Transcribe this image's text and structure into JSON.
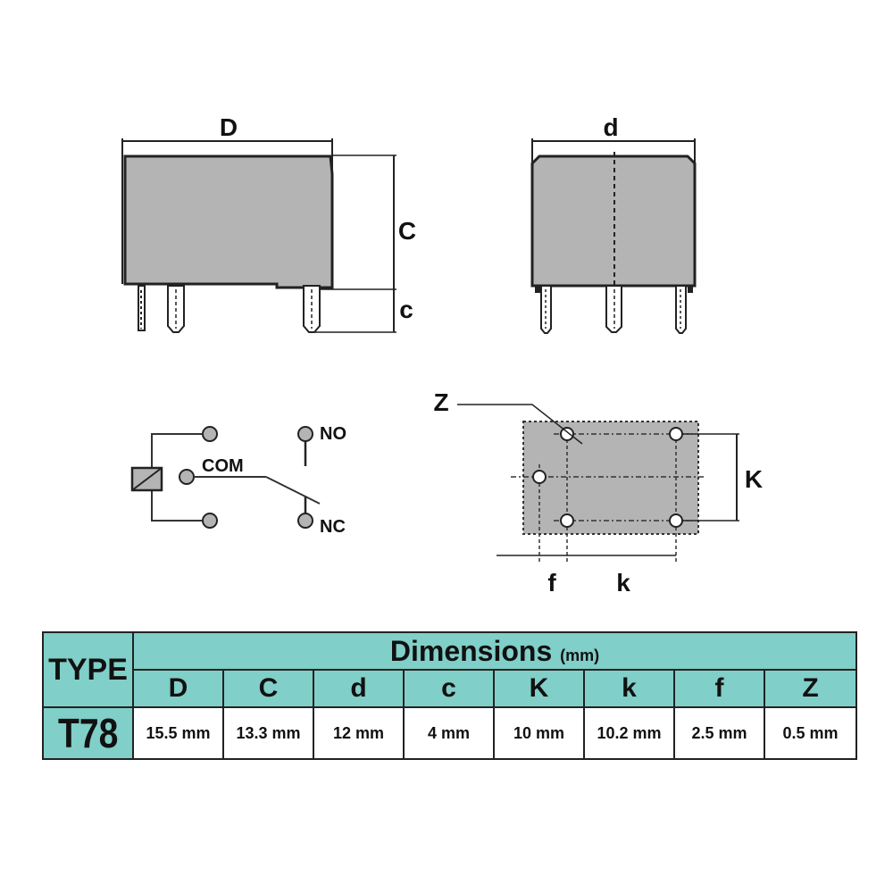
{
  "drawing": {
    "front_view_labels": {
      "width": "D",
      "height": "C",
      "pin": "c"
    },
    "side_view_labels": {
      "width": "d"
    },
    "schematic_labels": {
      "com": "COM",
      "no": "NO",
      "nc": "NC"
    },
    "footprint_labels": {
      "hole": "Z",
      "row_spacing": "K",
      "offset": "f",
      "column_spacing": "k"
    },
    "colors": {
      "body": "#b4b4b4",
      "line": "#222222",
      "table_header": "#80cfc8"
    }
  },
  "table": {
    "type_header": "TYPE",
    "type_value": "T78",
    "title": "Dimensions",
    "unit": "(mm)",
    "columns": [
      "D",
      "C",
      "d",
      "c",
      "K",
      "k",
      "f",
      "Z"
    ],
    "values": [
      "15.5 mm",
      "13.3 mm",
      "12 mm",
      "4 mm",
      "10 mm",
      "10.2 mm",
      "2.5 mm",
      "0.5 mm"
    ]
  }
}
